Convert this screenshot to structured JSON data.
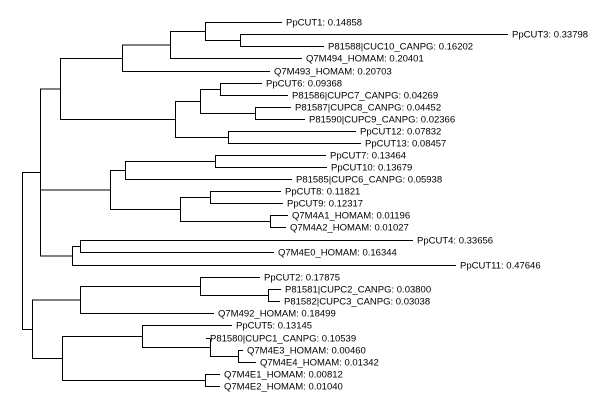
{
  "tree": {
    "line_color": "#000000",
    "leaves": [
      {
        "label": "PpCUT1: 0.14858"
      },
      {
        "label": "PpCUT3: 0.33798"
      },
      {
        "label": "P81588|CUC10_CANPG: 0.16202"
      },
      {
        "label": "Q7M494_HOMAM: 0.20401"
      },
      {
        "label": "Q7M493_HOMAM: 0.20703"
      },
      {
        "label": "PpCUT6: 0.09368"
      },
      {
        "label": "P81586|CUPC7_CANPG: 0.04269"
      },
      {
        "label": "P81587|CUPC8_CANPG: 0.04452"
      },
      {
        "label": "P81590|CUPC9_CANPG: 0.02366"
      },
      {
        "label": "PpCUT12: 0.07832"
      },
      {
        "label": "PpCUT13: 0.08457"
      },
      {
        "label": "PpCUT7: 0.13464"
      },
      {
        "label": "PpCUT10: 0.13679"
      },
      {
        "label": "P81585|CUPC6_CANPG: 0.05938"
      },
      {
        "label": "PpCUT8: 0.11821"
      },
      {
        "label": "PpCUT9: 0.12317"
      },
      {
        "label": "Q7M4A1_HOMAM: 0.01196"
      },
      {
        "label": "Q7M4A2_HOMAM: 0.01027"
      },
      {
        "label": "PpCUT4: 0.33656"
      },
      {
        "label": "Q7M4E0_HOMAM: 0.16344"
      },
      {
        "label": "PpCUT11: 0.47646"
      },
      {
        "label": "PpCUT2: 0.17875"
      },
      {
        "label": "P81581|CUPC2_CANPG: 0.03800"
      },
      {
        "label": "P81582|CUPC3_CANPG: 0.03038"
      },
      {
        "label": "Q7M492_HOMAM: 0.18499"
      },
      {
        "label": "PpCUT5: 0.13145"
      },
      {
        "label": "P81580|CUPC1_CANPG: 0.10539"
      },
      {
        "label": "Q7M4E3_HOMAM: 0.00460"
      },
      {
        "label": "Q7M4E4_HOMAM: 0.01342"
      },
      {
        "label": "Q7M4E1_HOMAM: 0.00812"
      },
      {
        "label": "Q7M4E2_HOMAM: 0.01040"
      }
    ]
  }
}
